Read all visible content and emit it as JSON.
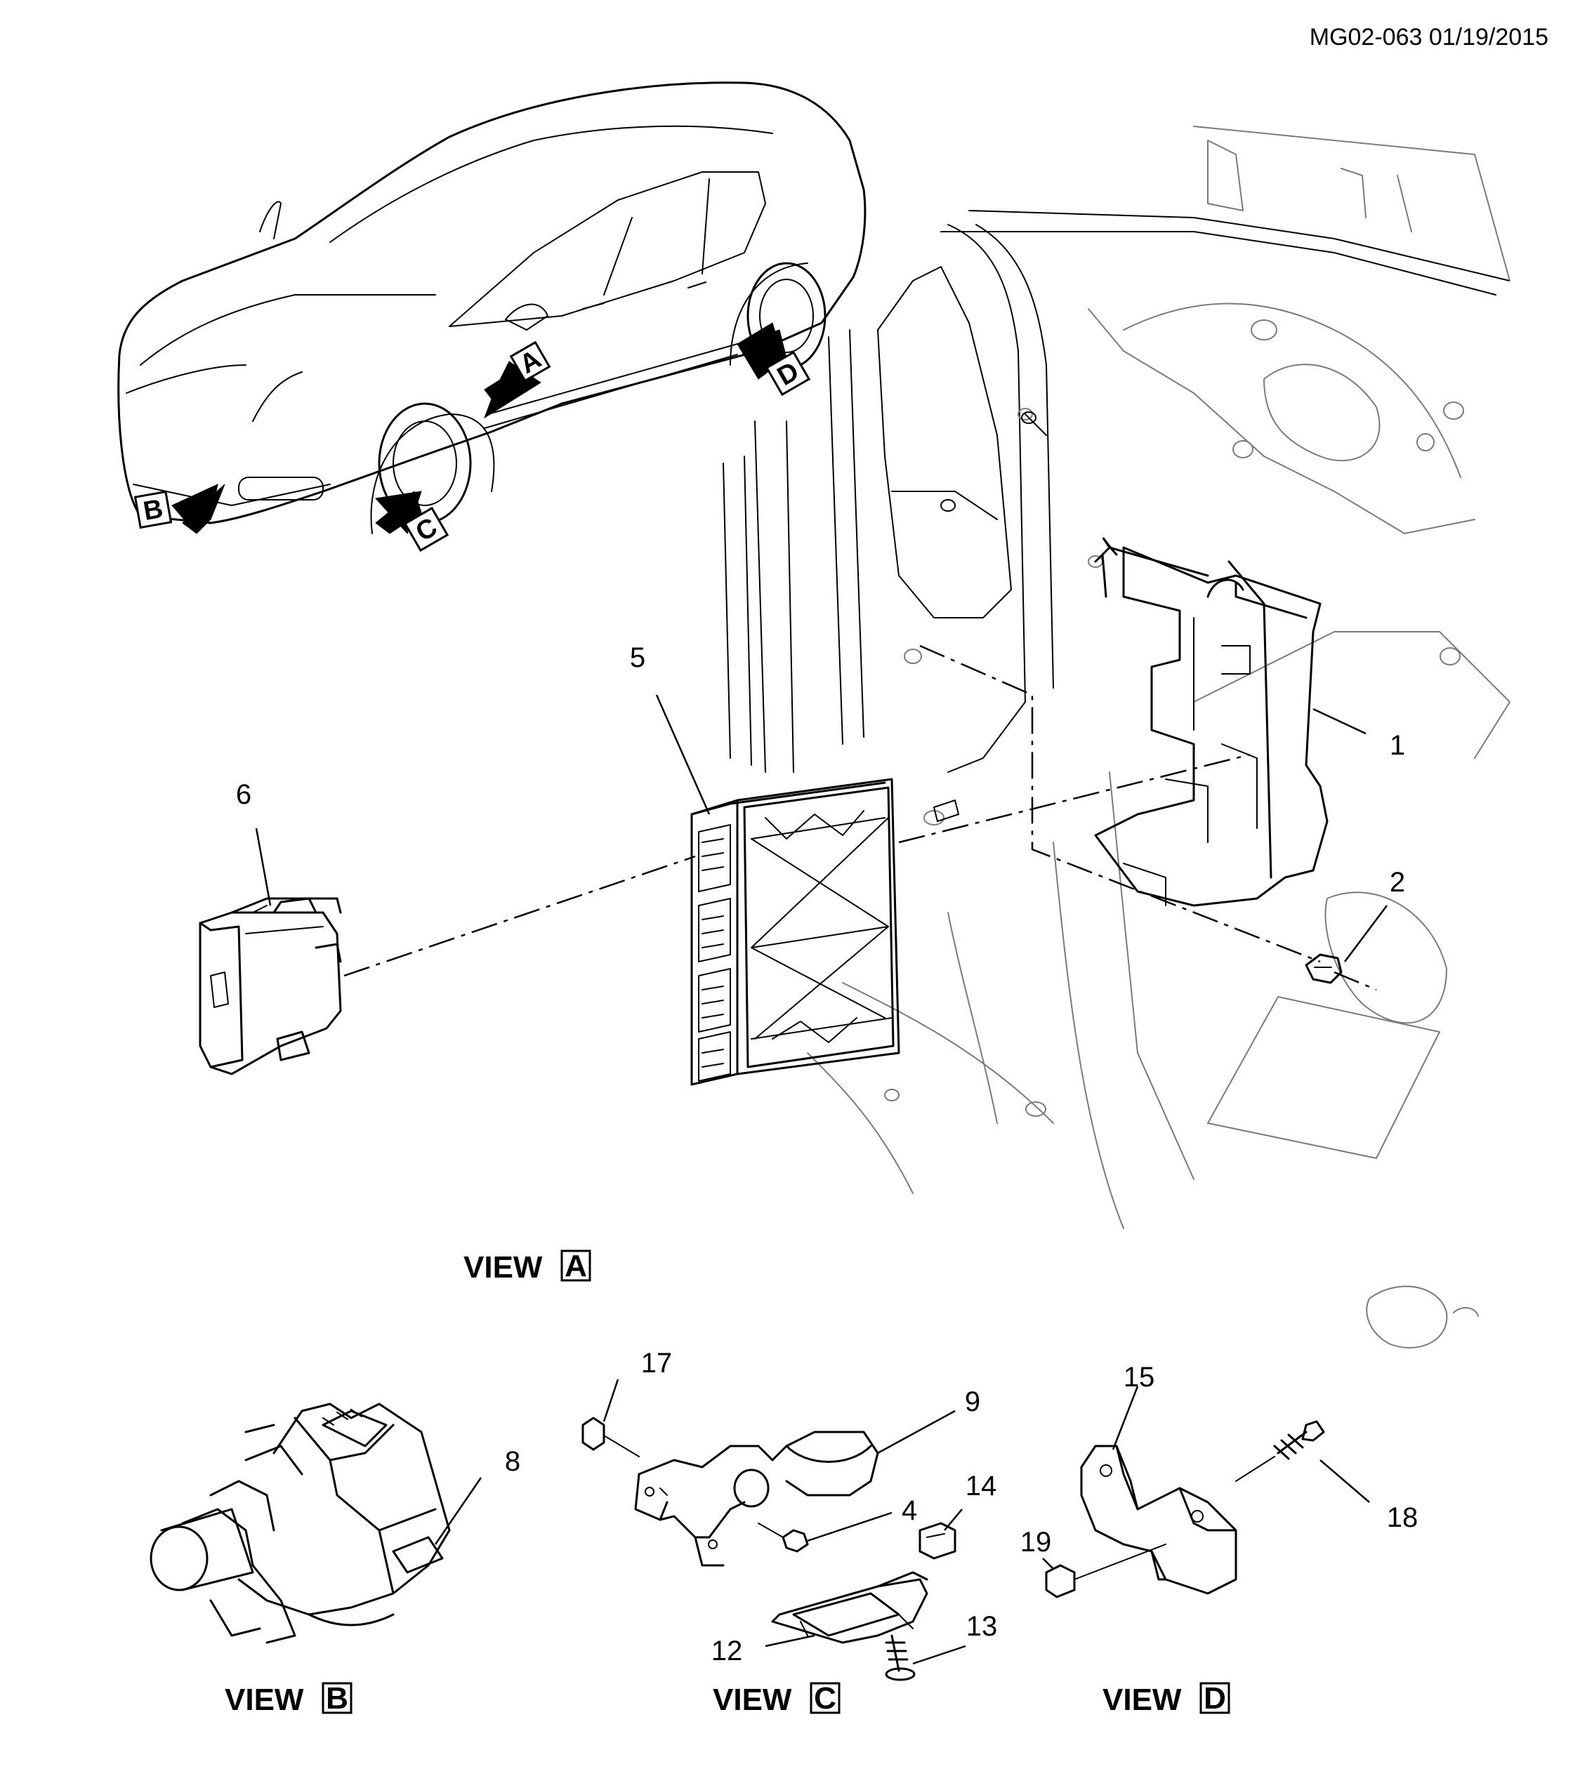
{
  "document_id": "MG02-063 01/19/2015",
  "view_labels": [
    {
      "word": "VIEW",
      "letter": "A"
    },
    {
      "word": "VIEW",
      "letter": "B"
    },
    {
      "word": "VIEW",
      "letter": "C"
    },
    {
      "word": "VIEW",
      "letter": "D"
    }
  ],
  "vehicle_arrows": [
    "A",
    "B",
    "C",
    "D"
  ],
  "callouts": [
    "1",
    "2",
    "4",
    "5",
    "6",
    "8",
    "9",
    "12",
    "13",
    "14",
    "15",
    "17",
    "18",
    "19"
  ]
}
